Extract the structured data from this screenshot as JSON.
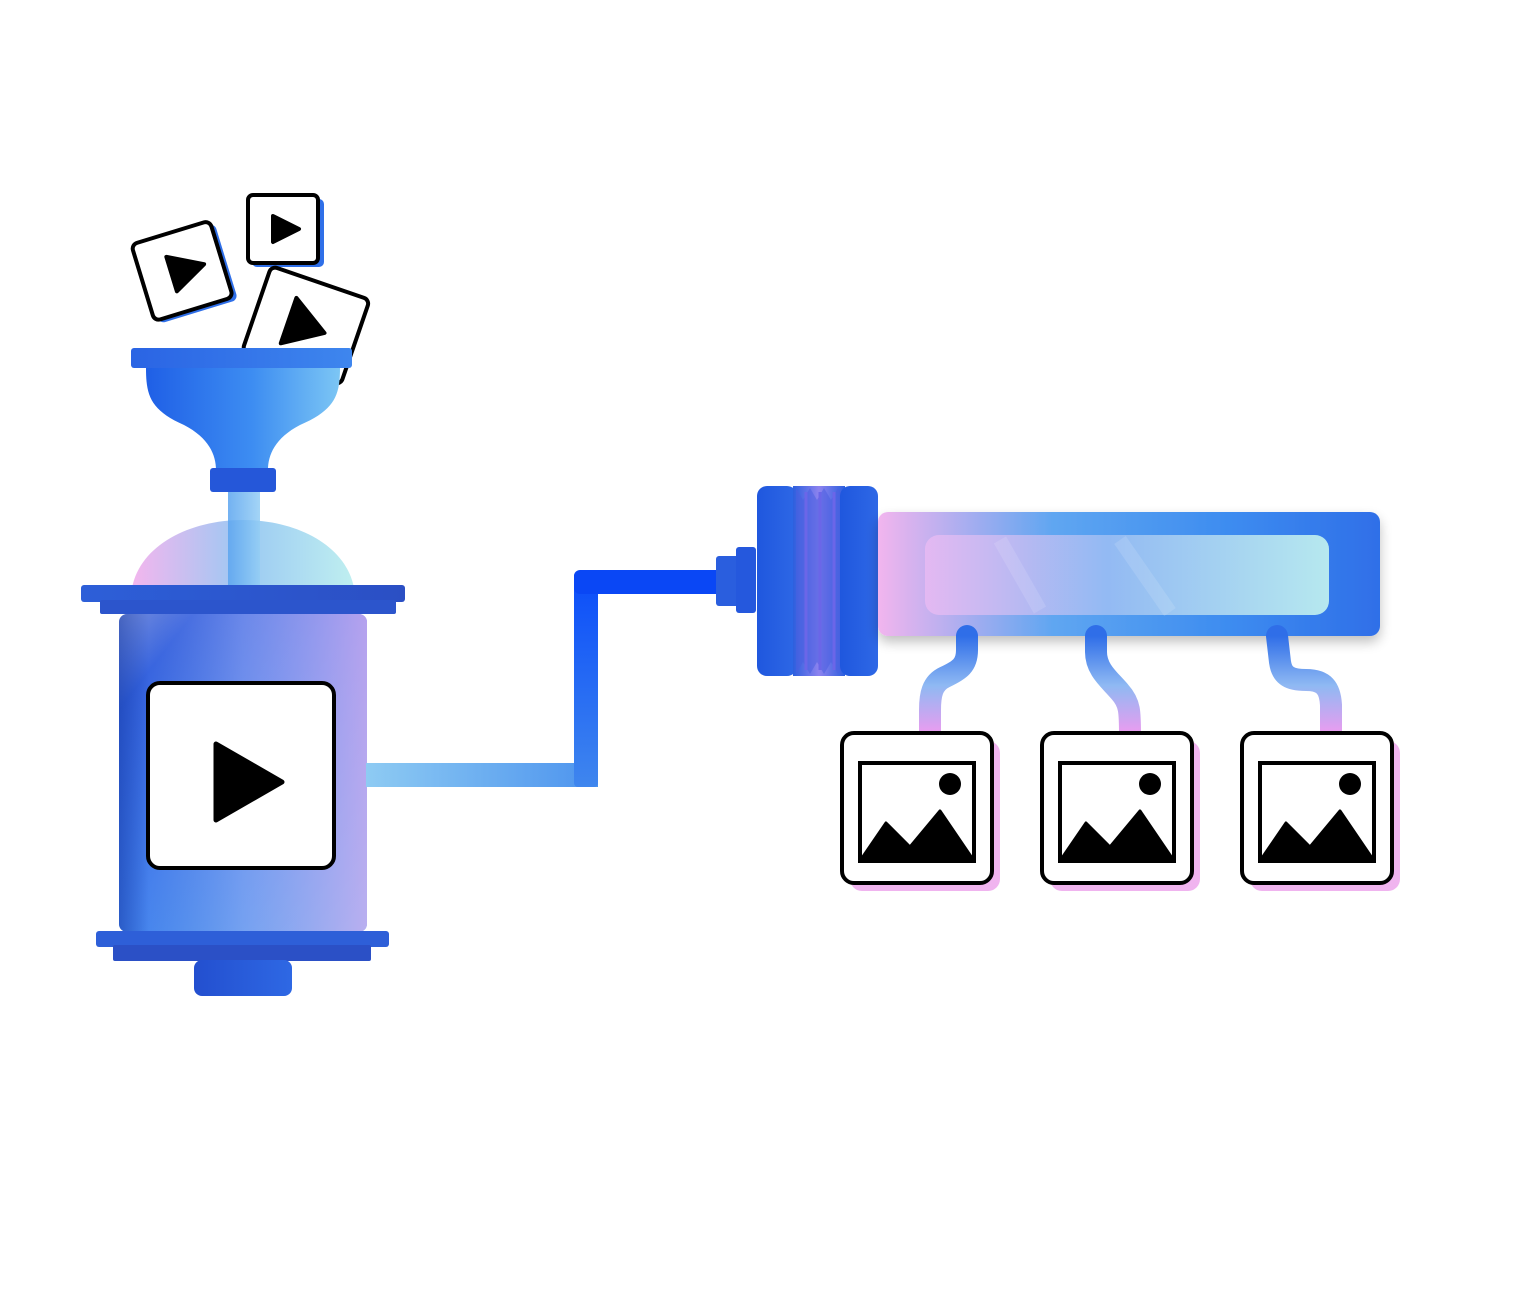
{
  "colors": {
    "background": "#ffffff",
    "primary_blue": "#2f6fe8",
    "deep_blue": "#1f4fd0",
    "bright_blue": "#0a47ff",
    "light_blue": "#7fc3f2",
    "cyan": "#b8ecee",
    "pink": "#f0b4ef",
    "violet": "#8b7ff0",
    "outline": "#000000",
    "icon_fill": "#ffffff"
  },
  "diagram": {
    "stages": [
      {
        "name": "video-input",
        "icon": "play-icon",
        "count": 3
      },
      {
        "name": "video-processor",
        "icon": "play-icon",
        "count": 1
      },
      {
        "name": "frame-extractor",
        "icon": "none",
        "count": 1
      },
      {
        "name": "image-output",
        "icon": "image-icon",
        "count": 3
      }
    ],
    "connections": [
      {
        "from": "video-input",
        "to": "video-processor",
        "via": "funnel"
      },
      {
        "from": "video-processor",
        "to": "frame-extractor",
        "via": "pipe"
      },
      {
        "from": "frame-extractor",
        "to": "image-output",
        "via": "tubes"
      }
    ]
  }
}
